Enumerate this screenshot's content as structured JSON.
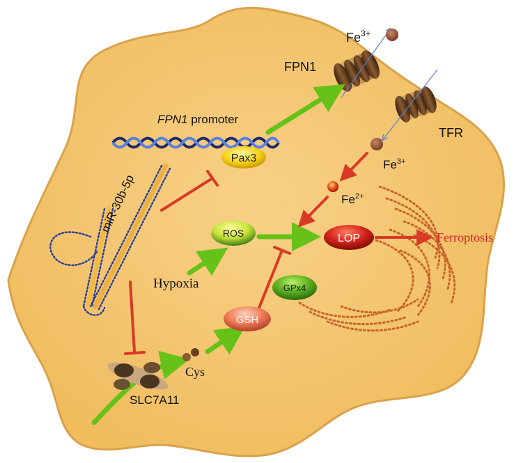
{
  "labels": {
    "fe3_out": "Fe",
    "fe3_out_sup": "3+",
    "fpn1": "FPN1",
    "fpn1_promoter_italic": "FPN1",
    "fpn1_promoter_rest": " promoter",
    "tfr": "TFR",
    "fe3_in": "Fe",
    "fe3_in_sup": "3+",
    "fe2": "Fe",
    "fe2_sup": "2+",
    "pax3": "Pax3",
    "mirna": "miR-30b-5p",
    "ros": "ROS",
    "lop": "LOP",
    "ferroptosis": "Ferroptosis",
    "hypoxia": "Hypoxia",
    "gpx4": "GPx4",
    "gsh": "GSH",
    "cys": "Cys",
    "slc7a11": "SLC7A11"
  },
  "colors": {
    "cell_fill": "#f3c46c",
    "cell_outline": "#d9a24a",
    "activation_arrow": "#66c219",
    "inhibition_arrow": "#d93a25",
    "ferroptosis_text": "#d91f1f",
    "channel_brown": "#5a3a1c",
    "dna_blue": "#2d3f9a",
    "oval_yellow": "#f7d52b",
    "oval_green": "#4a9a1a",
    "oval_red": "#c0221a",
    "oval_orange": "#e8674a"
  }
}
